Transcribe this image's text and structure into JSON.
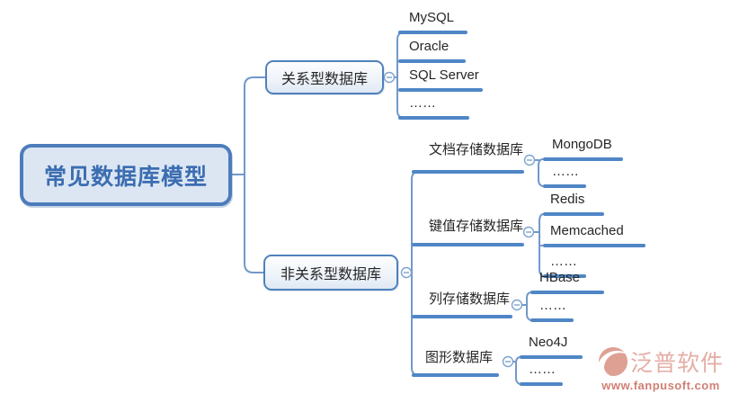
{
  "mindmap": {
    "root": {
      "id": "root",
      "label": "常见数据库模型",
      "children": [
        {
          "id": "relational",
          "label": "关系型数据库",
          "collapse_icon": "minus",
          "children": [
            {
              "id": "mysql",
              "label": "MySQL"
            },
            {
              "id": "oracle",
              "label": "Oracle"
            },
            {
              "id": "sqlserver",
              "label": "SQL Server"
            },
            {
              "id": "relational-more",
              "label": "……"
            }
          ]
        },
        {
          "id": "nonrelational",
          "label": "非关系型数据库",
          "collapse_icon": "minus",
          "children": [
            {
              "id": "document",
              "label": "文档存储数据库",
              "collapse_icon": "minus",
              "children": [
                {
                  "id": "mongodb",
                  "label": "MongoDB"
                },
                {
                  "id": "document-more",
                  "label": "……"
                }
              ]
            },
            {
              "id": "keyvalue",
              "label": "键值存储数据库",
              "collapse_icon": "minus",
              "children": [
                {
                  "id": "redis",
                  "label": "Redis"
                },
                {
                  "id": "memcached",
                  "label": "Memcached"
                },
                {
                  "id": "keyvalue-more",
                  "label": "……"
                }
              ]
            },
            {
              "id": "column",
              "label": "列存储数据库",
              "collapse_icon": "minus",
              "children": [
                {
                  "id": "hbase",
                  "label": "HBase"
                },
                {
                  "id": "column-more",
                  "label": "……"
                }
              ]
            },
            {
              "id": "graph",
              "label": "图形数据库",
              "collapse_icon": "minus",
              "children": [
                {
                  "id": "neo4j",
                  "label": "Neo4J"
                },
                {
                  "id": "graph-more",
                  "label": "……"
                }
              ]
            }
          ]
        }
      ]
    }
  },
  "watermark": {
    "brand": "泛普软件",
    "url": "www.fanpusoft.com"
  },
  "colors": {
    "branch_line": "#4f86c6",
    "connector": "#7199c8",
    "collapse_circle": "#7da3d0",
    "root_border": "#4d7cbb",
    "root_fill": "#dce6f3",
    "root_text": "#3b6db1",
    "box_border": "#4f81bd",
    "node_text": "#262626",
    "watermark_brand": "#e4aea6",
    "watermark_url": "#d07f74",
    "watermark_logo": "#dfa094"
  }
}
